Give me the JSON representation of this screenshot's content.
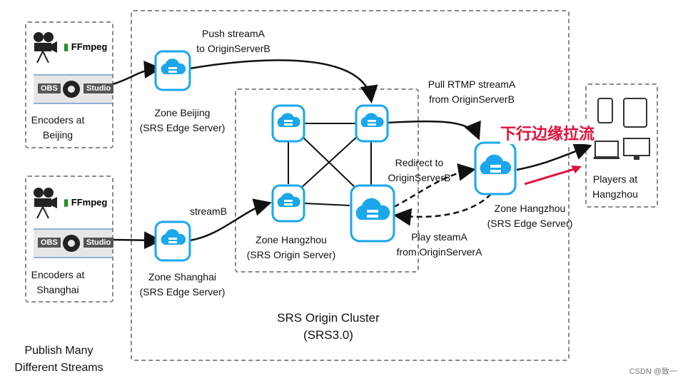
{
  "encoders": [
    {
      "ffmpeg": "FFmpeg",
      "obs": "OBS",
      "studio": "Studio",
      "label": "Encoders at\nBeijing"
    },
    {
      "ffmpeg": "FFmpeg",
      "obs": "OBS",
      "studio": "Studio",
      "label": "Encoders at\nShanghai"
    }
  ],
  "publish_label": "Publish Many\nDifferent Streams",
  "edges": {
    "beijing": "Zone Beijing\n(SRS Edge Server)",
    "shanghai": "Zone Shanghai\n(SRS Edge Server)",
    "hangzhou_edge": "Zone Hangzhou\n(SRS Edge Server)"
  },
  "origin_label": "Zone Hangzhou\n(SRS Origin Server)",
  "cluster_label": "SRS Origin Cluster\n(SRS3.0)",
  "annotations": {
    "push": "Push streamA\nto OriginServerB",
    "streamB": "streamB",
    "pull": "Pull RTMP streamA\nfrom OriginServerB",
    "redirect": "Redirect to\nOriginServerB",
    "play": "Play steamA\nfrom OriginServerA"
  },
  "players_label": "Players at\nHangzhou",
  "red_annotation": "下行边缘拉流",
  "footer": "CSDN @致一",
  "colors": {
    "node": "#1aa7ec",
    "red": "#e0103a",
    "dash": "#8a8a8a"
  }
}
